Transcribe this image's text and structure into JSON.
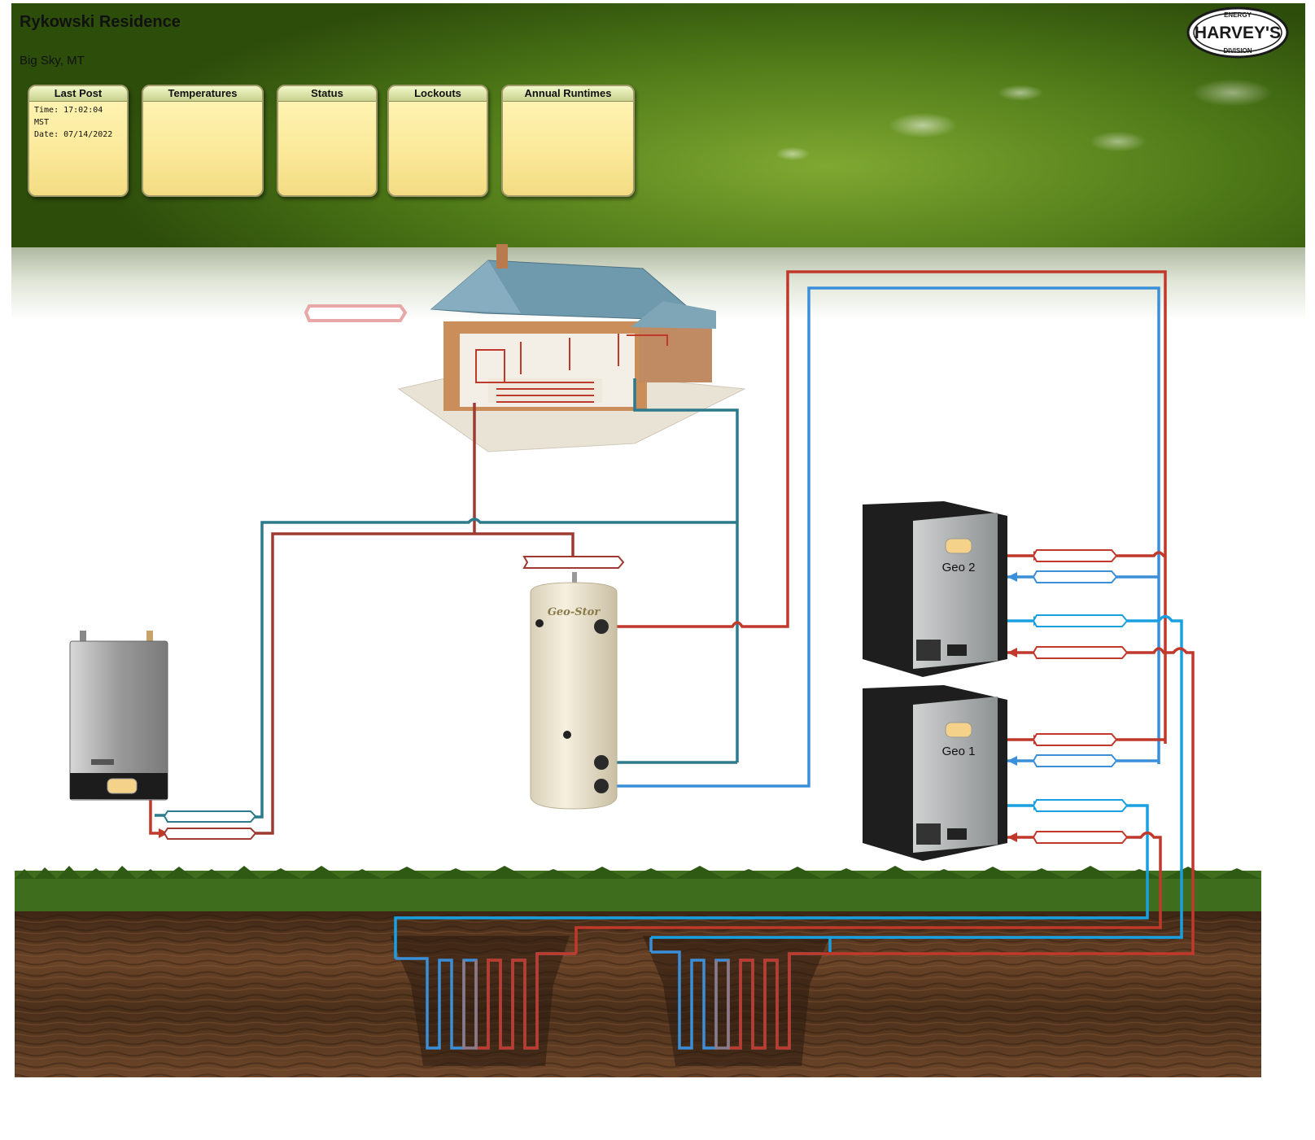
{
  "site": {
    "title": "Rykowski Residence",
    "location": "Big Sky, MT"
  },
  "logo": {
    "top_text": "ENERGY",
    "brand": "HARVEY'S",
    "bottom_text": "DIVISION",
    "colors": {
      "ring": "#1a1a1a",
      "background": "#ffffff",
      "text": "#1a1a1a"
    }
  },
  "panels": [
    {
      "id": "last-post",
      "title": "Last Post",
      "lines": [
        "Time: 17:02:04 MST",
        "Date: 07/14/2022"
      ]
    },
    {
      "id": "temperatures",
      "title": "Temperatures",
      "lines": []
    },
    {
      "id": "status",
      "title": "Status",
      "lines": []
    },
    {
      "id": "lockouts",
      "title": "Lockouts",
      "lines": []
    },
    {
      "id": "annual-runtimes",
      "title": "Annual Runtimes",
      "lines": []
    }
  ],
  "equipment": {
    "tank_brand": "Geo-Stor",
    "heat_pumps": [
      {
        "id": "geo-2",
        "label": "Geo 2"
      },
      {
        "id": "geo-1",
        "label": "Geo 1"
      }
    ]
  },
  "colors": {
    "hot_pipe": "#c0392b",
    "cold_pipe": "#3b8fd9",
    "return_pipe": "#2c7a8c",
    "panel_fill": "#fbe99a",
    "header_green": "#5f8a1e",
    "soil": "#5a3a22",
    "grass": "#3f6d1e"
  },
  "icons": {
    "house": "house-cutaway-icon",
    "boiler": "boiler-icon",
    "tank": "storage-tank-icon",
    "heat_pump": "geothermal-heat-pump-icon",
    "ground_loop": "ground-loop-icon"
  }
}
